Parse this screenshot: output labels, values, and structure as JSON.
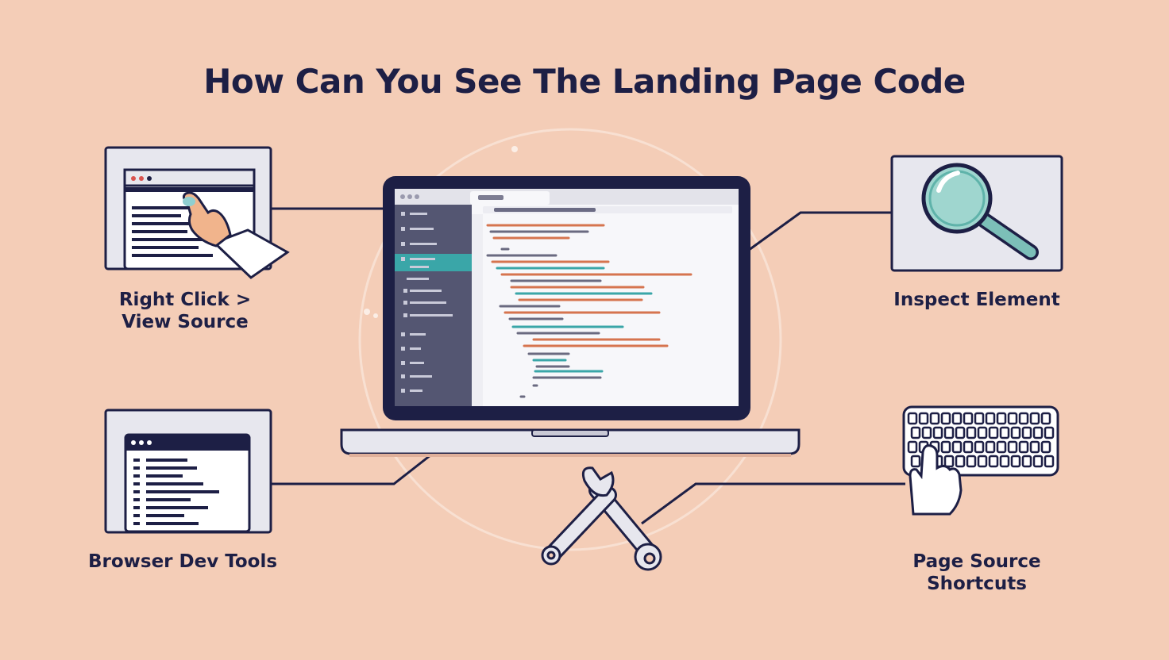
{
  "title": "How Can You See The Landing Page Code",
  "methods": {
    "view_source": {
      "line1": "Right Click >",
      "line2": "View Source"
    },
    "inspect": {
      "label": "Inspect Element"
    },
    "dev_tools": {
      "label": "Browser Dev Tools"
    },
    "shortcuts": {
      "label": "Page Source Shortcuts"
    }
  },
  "colors": {
    "background": "#f4cdb7",
    "ink": "#1d1f45",
    "panel": "#e7e7ee",
    "sidebar": "#545672",
    "accent": "#3aa6a8",
    "lens": "#9fd6cf"
  },
  "icons": [
    "cursor-hand-icon",
    "magnifier-icon",
    "keyboard-icon",
    "wrench-icon"
  ]
}
